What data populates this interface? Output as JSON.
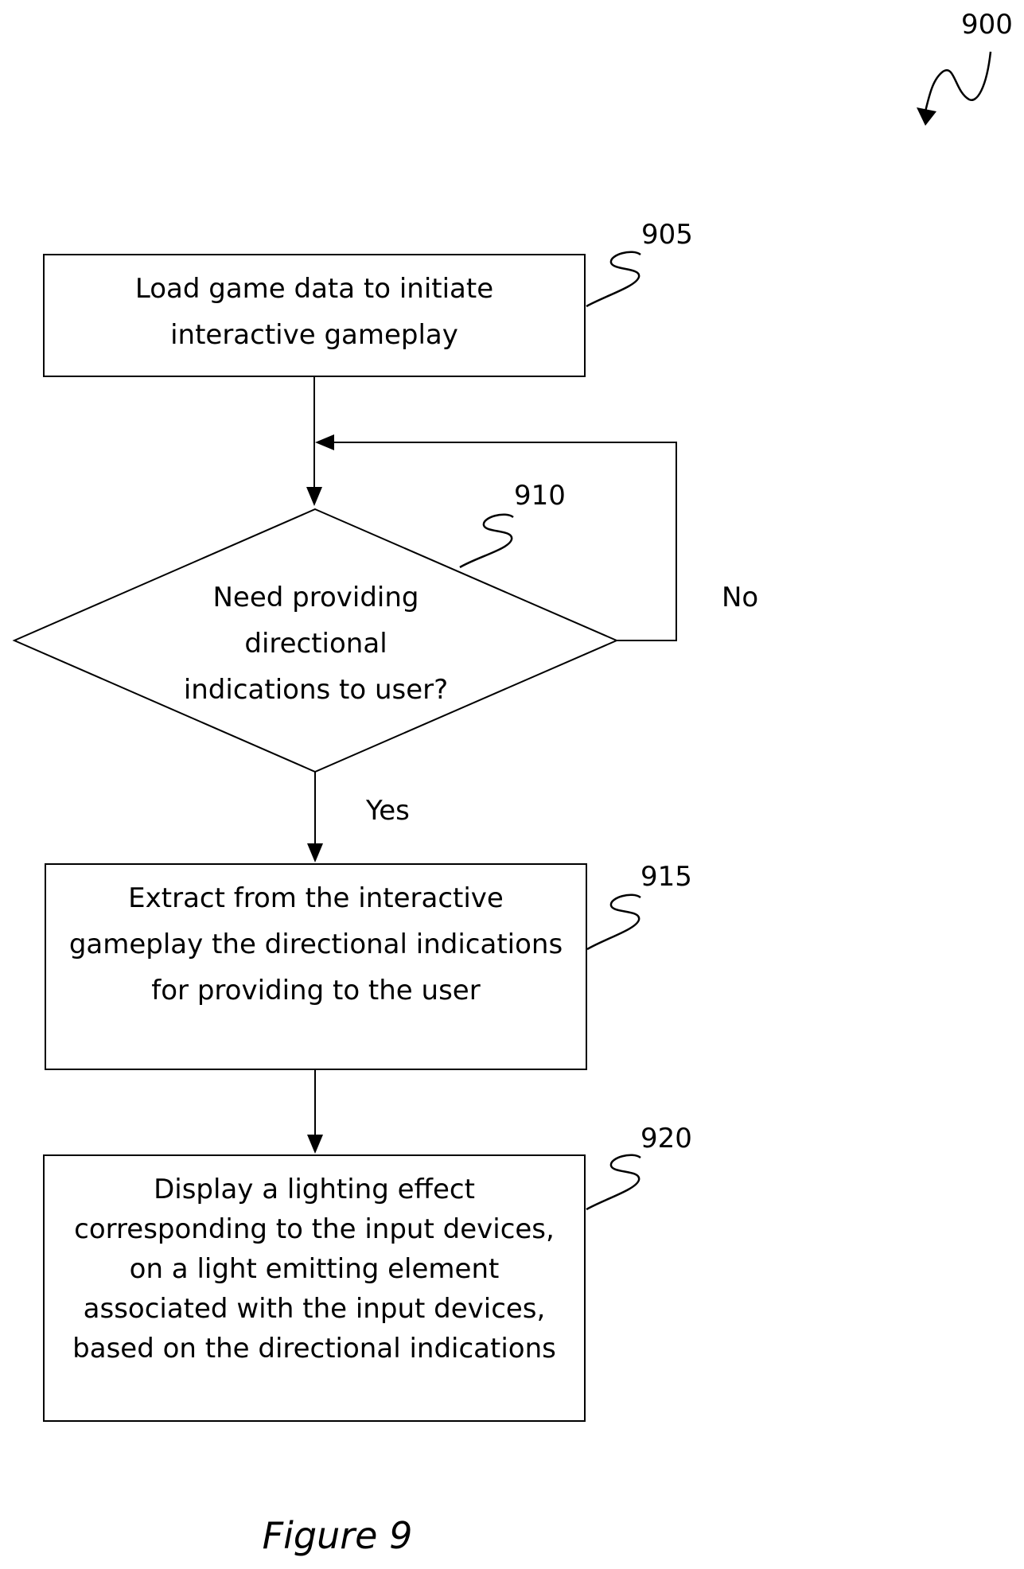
{
  "figure_ref": "900",
  "steps": {
    "s905": {
      "ref": "905",
      "lines": [
        "Load game data to initiate",
        "interactive gameplay"
      ]
    },
    "s910": {
      "ref": "910",
      "lines": [
        "Need providing",
        "directional",
        "indications to user?"
      ]
    },
    "s915": {
      "ref": "915",
      "lines": [
        "Extract from the interactive",
        "gameplay the directional indications",
        "for providing to the user"
      ]
    },
    "s920": {
      "ref": "920",
      "lines": [
        "Display a lighting effect",
        "corresponding to the input devices,",
        "on a light emitting element",
        "associated with the input devices,",
        "based on the directional indications"
      ]
    }
  },
  "branches": {
    "no": "No",
    "yes": "Yes"
  },
  "caption": "Figure 9"
}
